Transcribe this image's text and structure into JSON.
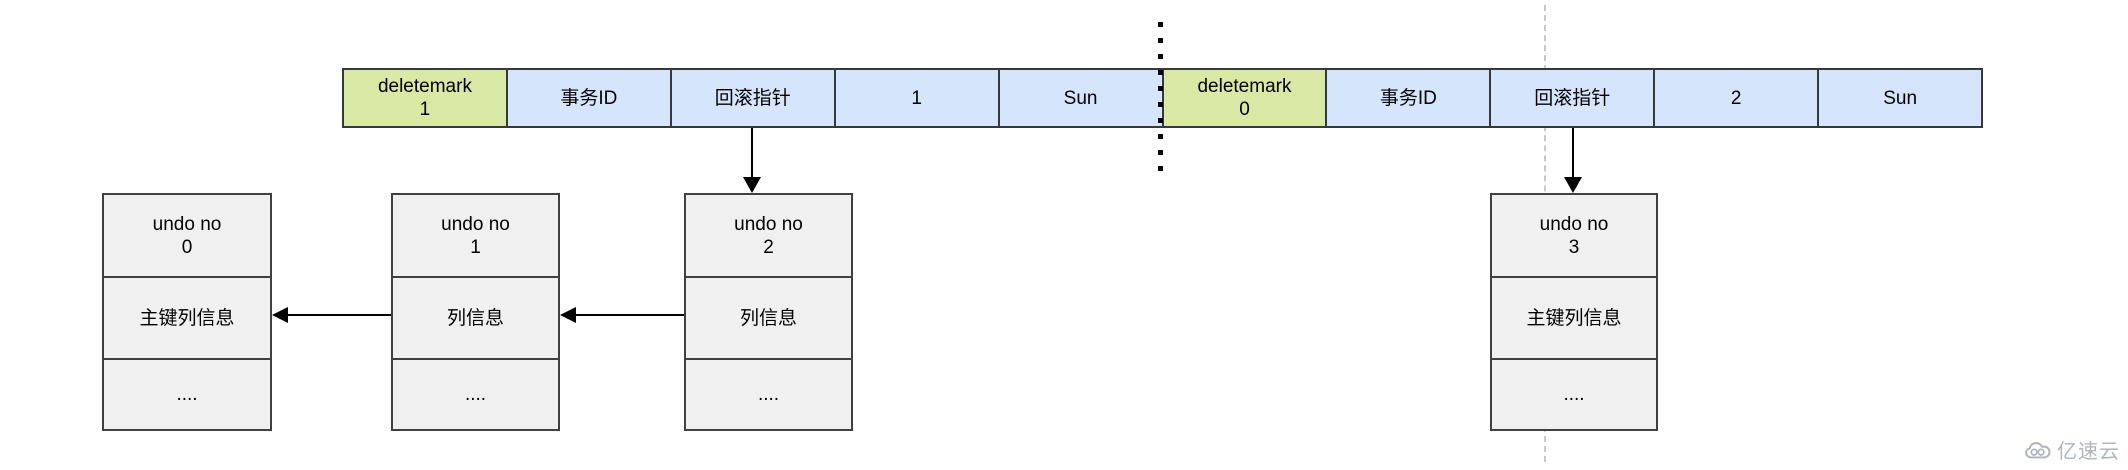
{
  "diagram": {
    "title_hint": "InnoDB undo log chain diagram",
    "records": [
      {
        "name": "record-1",
        "fields": [
          {
            "label": "deletemark\n1",
            "highlight": true
          },
          {
            "label": "事务ID",
            "highlight": false
          },
          {
            "label": "回滚指针",
            "highlight": false
          },
          {
            "label": "1",
            "highlight": false
          },
          {
            "label": "Sun",
            "highlight": false
          }
        ]
      },
      {
        "name": "record-2",
        "fields": [
          {
            "label": "deletemark\n0",
            "highlight": true
          },
          {
            "label": "事务ID",
            "highlight": false
          },
          {
            "label": "回滚指针",
            "highlight": false
          },
          {
            "label": "2",
            "highlight": false
          },
          {
            "label": "Sun",
            "highlight": false
          }
        ]
      }
    ],
    "undo_logs": [
      {
        "rows": [
          "undo no\n0",
          "主键列信息",
          "...."
        ]
      },
      {
        "rows": [
          "undo no\n1",
          "列信息",
          "...."
        ]
      },
      {
        "rows": [
          "undo no\n2",
          "列信息",
          "...."
        ]
      },
      {
        "rows": [
          "undo no\n3",
          "主键列信息",
          "...."
        ]
      }
    ],
    "colors": {
      "field_fill": "#d5e5fb",
      "highlight_fill": "#d9e8a4",
      "field_border": "#35393e",
      "box_fill": "#f0f0f0",
      "box_border": "#404040",
      "arrow": "#000000",
      "dotted_separator": "#000000",
      "dashed_guide": "#c9c9c9",
      "watermark": "#aeb5bf"
    }
  },
  "watermark": {
    "text": "亿速云"
  }
}
